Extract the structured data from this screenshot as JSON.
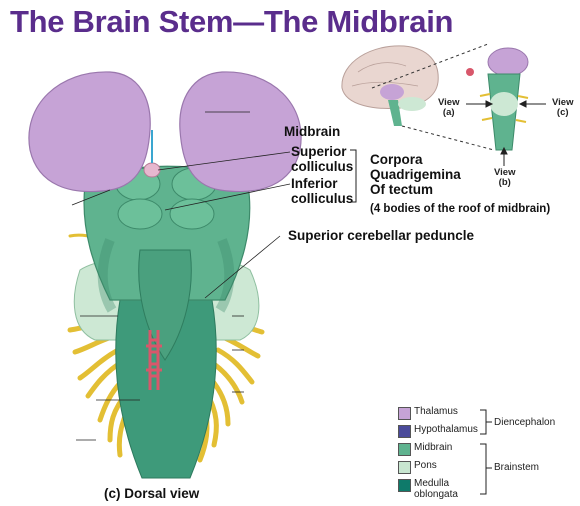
{
  "title": "The Brain Stem—The Midbrain",
  "labels": {
    "midbrain": "Midbrain",
    "superior_colliculus": "Superior\ncolliculus",
    "inferior_colliculus": "Inferior\ncolliculus",
    "corpora": "Corpora\nQuadrigemina\nOf tectum",
    "roof_note": "(4 bodies of the roof of midbrain)",
    "superior_cerebellar_peduncle": "Superior cerebellar peduncle",
    "dorsal_view": "(c) Dorsal view"
  },
  "inset": {
    "view_a": "View\n(a)",
    "view_b": "View\n(b)",
    "view_c": "View\n(c)"
  },
  "legend": {
    "items": [
      {
        "label": "Thalamus",
        "color": "#c6a3d6"
      },
      {
        "label": "Hypothalamus",
        "color": "#4a4a9a"
      },
      {
        "label": "Midbrain",
        "color": "#5fb38f"
      },
      {
        "label": "Pons",
        "color": "#c8e6d0"
      },
      {
        "label": "Medulla\noblongata",
        "color": "#0e7a6a"
      }
    ],
    "groups": {
      "diencephalon": "Diencephalon",
      "brainstem": "Brainstem"
    }
  },
  "colors": {
    "title": "#5a2d8c",
    "thalamus": "#c6a3d6",
    "midbrain": "#5fb38f",
    "nerves": "#e8c63c",
    "vessels": "#d8576b"
  }
}
